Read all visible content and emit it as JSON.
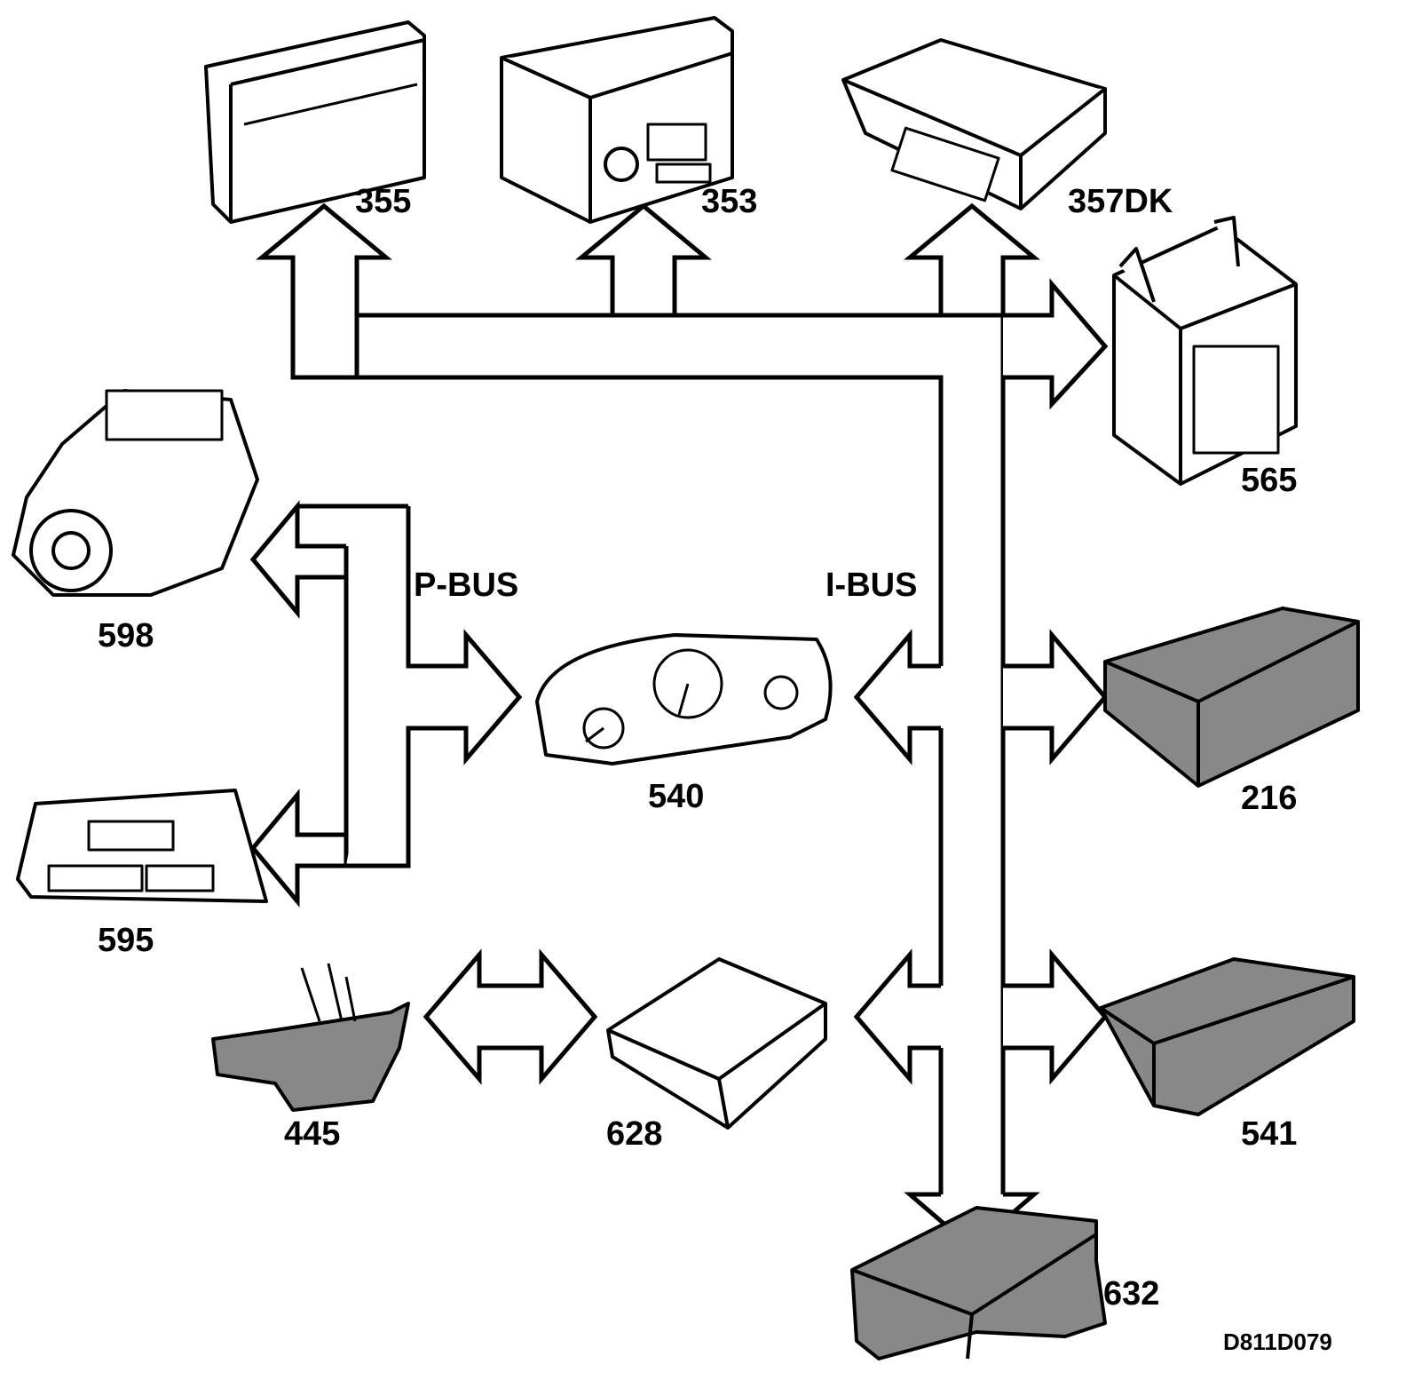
{
  "labels": {
    "m355": "355",
    "m353": "353",
    "m357": "357DK",
    "m565": "565",
    "m598": "598",
    "m595": "595",
    "m540": "540",
    "m216": "216",
    "m445": "445",
    "m628": "628",
    "m541": "541",
    "m632": "632"
  },
  "bus": {
    "p": "P-BUS",
    "i": "I-BUS"
  },
  "ref": "D811D079",
  "colors": {
    "line": "#000000",
    "fill": "#ffffff",
    "dark": "#777777"
  }
}
